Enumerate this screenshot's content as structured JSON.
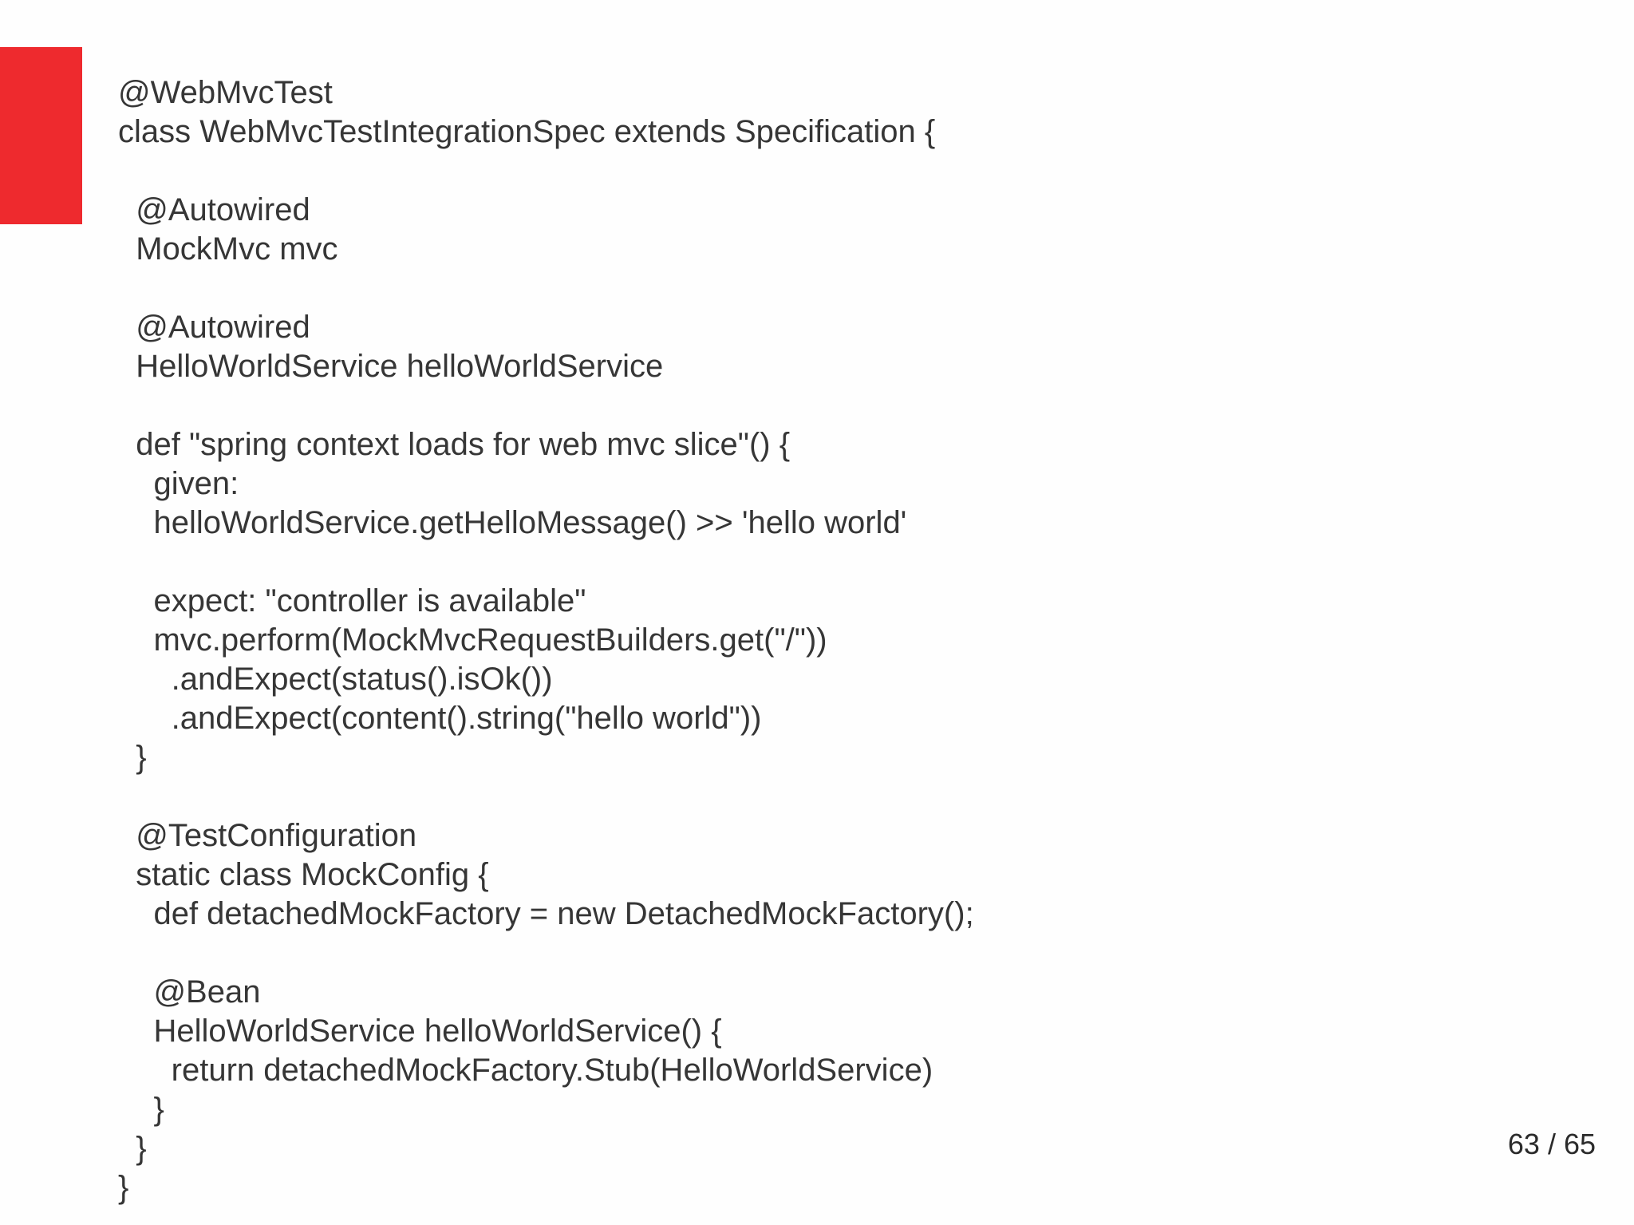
{
  "colors": {
    "accent": "#ee2a2e",
    "text": "#363636",
    "background": "#fefefe"
  },
  "code_lines": [
    "@WebMvcTest",
    "class WebMvcTestIntegrationSpec extends Specification {",
    "",
    "  @Autowired",
    "  MockMvc mvc",
    "",
    "  @Autowired",
    "  HelloWorldService helloWorldService",
    "",
    "  def \"spring context loads for web mvc slice\"() {",
    "    given:",
    "    helloWorldService.getHelloMessage() >> 'hello world'",
    "",
    "    expect: \"controller is available\"",
    "    mvc.perform(MockMvcRequestBuilders.get(\"/\"))",
    "      .andExpect(status().isOk())",
    "      .andExpect(content().string(\"hello world\"))",
    "  }",
    "",
    "  @TestConfiguration",
    "  static class MockConfig {",
    "    def detachedMockFactory = new DetachedMockFactory();",
    "",
    "    @Bean",
    "    HelloWorldService helloWorldService() {",
    "      return detachedMockFactory.Stub(HelloWorldService)",
    "    }",
    "  }",
    "}"
  ],
  "page_number": "63 / 65"
}
